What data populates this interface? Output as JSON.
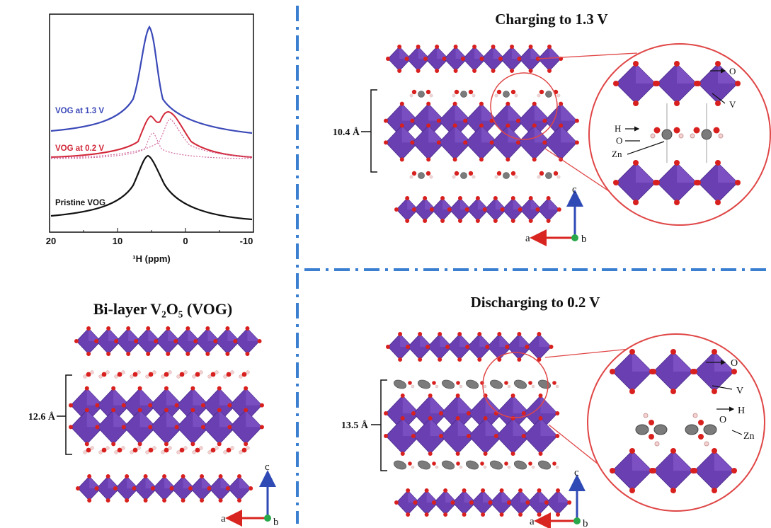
{
  "nmr": {
    "xlabel": "¹H (ppm)",
    "xticks": [
      "20",
      "10",
      "0",
      "-10"
    ],
    "label_13": "VOG at 1.3 V",
    "label_02": "VOG at 0.2 V",
    "label_pristine": "Pristine VOG",
    "colors": {
      "v13": "#3b49b8",
      "v02": "#d2283a",
      "pristine": "#111111",
      "dotted": "#d06a9e"
    }
  },
  "panels": {
    "bilayer": {
      "title": "Bi-layer V₂O₅ (VOG)",
      "spacing": "12.6  Å",
      "axis_c": "c",
      "axis_a": "a",
      "axis_b": "b"
    },
    "charging": {
      "title": "Charging to 1.3 V",
      "spacing": "10.4  Å",
      "axis_c": "c",
      "axis_a": "a",
      "axis_b": "b",
      "zoom_labels": {
        "O_top": "O",
        "V": "V",
        "H": "H",
        "O": "O",
        "Zn": "Zn"
      }
    },
    "discharging": {
      "title": "Discharging to 0.2 V",
      "spacing": "13.5  Å",
      "axis_c": "c",
      "axis_a": "a",
      "axis_b": "b",
      "zoom_labels": {
        "O_top": "O",
        "V": "V",
        "H": "H",
        "O": "O",
        "Zn": "Zn"
      }
    }
  },
  "colors": {
    "polyhedra": "#6a3fb2",
    "polyhedra_dark": "#4b2a8a",
    "oxygen": "#d8201e",
    "zinc": "#7b7b7b",
    "hydrogen": "#f3d2d2",
    "divider": "#3b7fd0",
    "zoom_circle": "#e04646",
    "axis_c": "#2f4ab5",
    "axis_a": "#d8251f",
    "axis_b": "#28a84a"
  }
}
